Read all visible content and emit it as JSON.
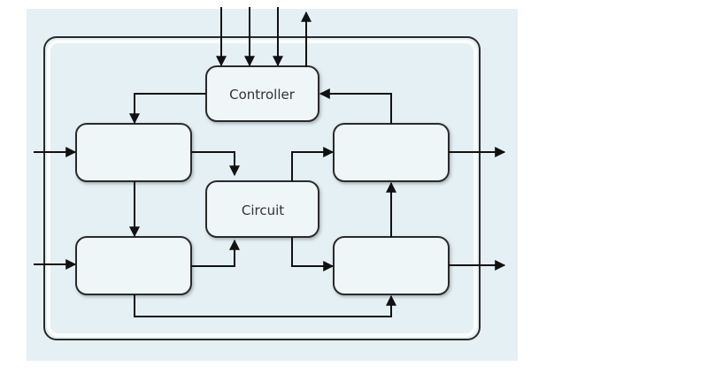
{
  "diagram": {
    "type": "block-diagram",
    "colors": {
      "panel_background": "#e4f0f4",
      "block_fill": "#eef6f8",
      "stroke": "#111111"
    },
    "blocks": {
      "controller": "Controller",
      "circuit": "Circuit",
      "top_left": "",
      "bottom_left": "",
      "top_right": "",
      "bottom_right": ""
    }
  }
}
